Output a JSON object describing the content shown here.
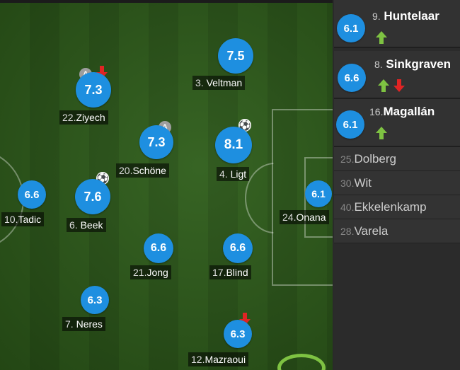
{
  "pitch": {
    "players": [
      {
        "id": "veltman",
        "number": "3.",
        "name": "Veltman",
        "rating": "7.5"
      },
      {
        "id": "ziyech",
        "number": "22.",
        "name": "Ziyech",
        "rating": "7.3",
        "badge": "A"
      },
      {
        "id": "schone",
        "number": "20.",
        "name": "Schöne",
        "rating": "7.3",
        "badge": "A"
      },
      {
        "id": "ligt",
        "number": "4.",
        "name": "Ligt",
        "rating": "8.1",
        "goal": "⚽"
      },
      {
        "id": "tadic",
        "number": "10.",
        "name": "Tadic",
        "rating": "6.6"
      },
      {
        "id": "beek",
        "number": "6.",
        "name": "Beek",
        "rating": "7.6",
        "goal": "⚽"
      },
      {
        "id": "onana",
        "number": "24.",
        "name": "Onana",
        "rating": "6.1"
      },
      {
        "id": "jong",
        "number": "21.",
        "name": "Jong",
        "rating": "6.6"
      },
      {
        "id": "blind",
        "number": "17.",
        "name": "Blind",
        "rating": "6.6"
      },
      {
        "id": "neres",
        "number": "7.",
        "name": "Neres",
        "rating": "6.3"
      },
      {
        "id": "mazraoui",
        "number": "12.",
        "name": "Mazraoui",
        "rating": "6.3"
      }
    ]
  },
  "substitutes": [
    {
      "number": "9.",
      "name": "Huntelaar",
      "rating": "6.1"
    },
    {
      "number": "8.",
      "name": "Sinkgraven",
      "rating": "6.6"
    },
    {
      "number": "16.",
      "name": "Magallán",
      "rating": "6.1"
    }
  ],
  "bench": [
    {
      "number": "25.",
      "name": "Dolberg"
    },
    {
      "number": "30.",
      "name": "Wit"
    },
    {
      "number": "40.",
      "name": "Ekkelenkamp"
    },
    {
      "number": "28.",
      "name": "Varela"
    }
  ],
  "colors": {
    "rating_bubble": "#1e8fe0",
    "arrow_in": "#7ec242",
    "arrow_out": "#e02424",
    "pitch_dark": "#2a5518",
    "pitch_light": "#2f5e1b"
  },
  "icons": {
    "sub_in": "up-arrow-icon",
    "sub_out": "down-arrow-icon",
    "goal": "football-icon",
    "captain": "captain-badge-icon"
  }
}
